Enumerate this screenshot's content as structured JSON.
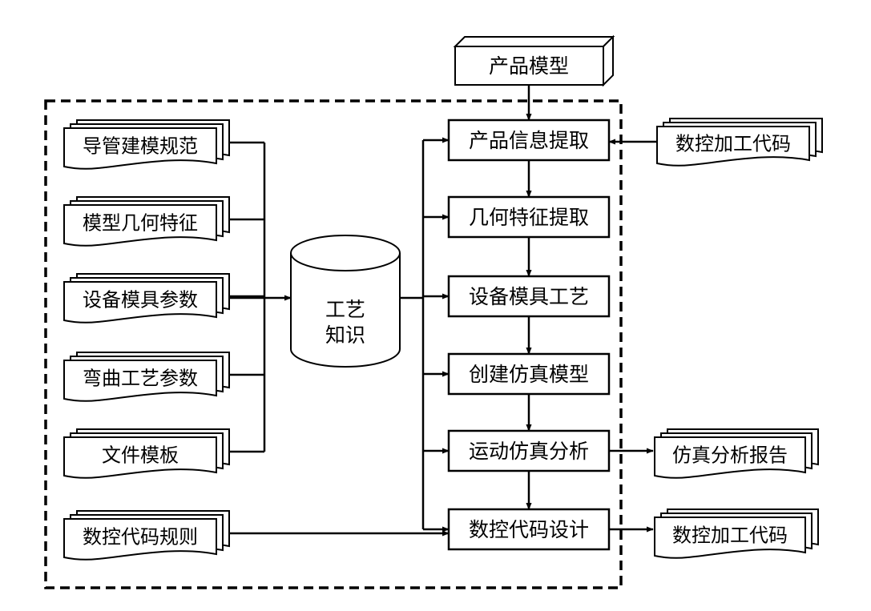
{
  "product_model": "产品模型",
  "knowledge_base": {
    "line1": "工艺",
    "line2": "知识"
  },
  "left_docs": [
    "导管建模规范",
    "模型几何特征",
    "设备模具参数",
    "弯曲工艺参数",
    "文件模板",
    "数控代码规则"
  ],
  "process_steps": [
    "产品信息提取",
    "几何特征提取",
    "设备模具工艺",
    "创建仿真模型",
    "运动仿真分析",
    "数控代码设计"
  ],
  "external_input": "数控加工代码",
  "outputs": [
    "仿真分析报告",
    "数控加工代码"
  ]
}
